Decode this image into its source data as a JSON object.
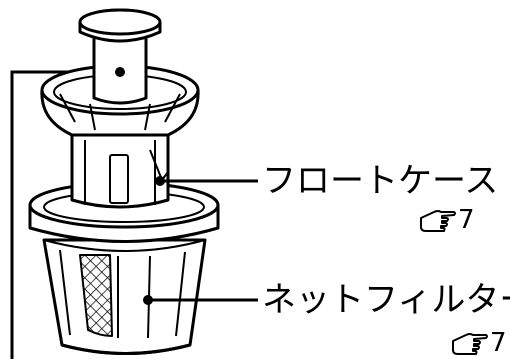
{
  "labels": {
    "float_case": "フロートケース",
    "net_filter": "ネットフィルター"
  },
  "refs": {
    "float_case_page": "7",
    "net_filter_page": "7"
  },
  "icons": {
    "pointing_hand": "pointing-hand-icon"
  },
  "colors": {
    "line": "#000000",
    "background": "#ffffff"
  }
}
